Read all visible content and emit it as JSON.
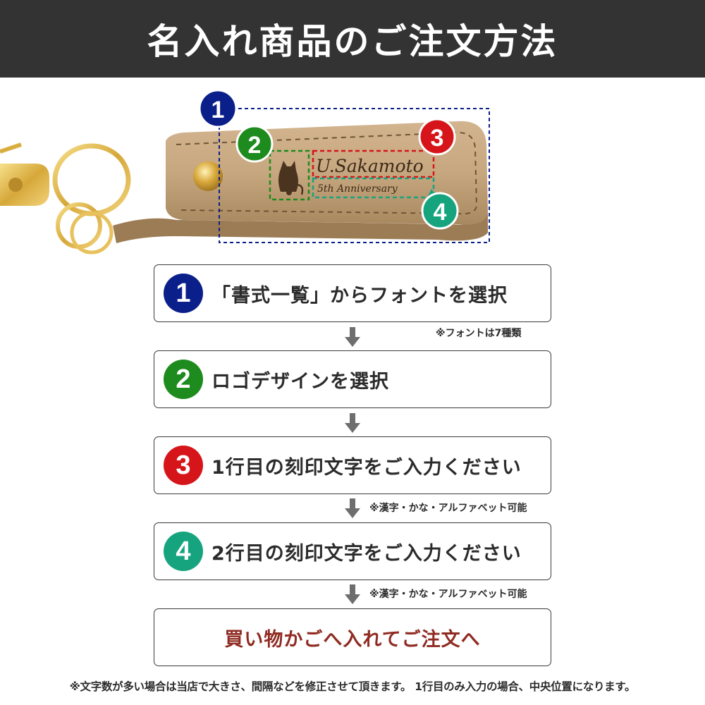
{
  "header": {
    "title": "名入れ商品のご注文方法"
  },
  "product": {
    "engrave_line1": "U.Sakamoto",
    "engrave_line2": "5th Anniversary",
    "markers": [
      "1",
      "2",
      "3",
      "4"
    ]
  },
  "colors": {
    "header_bg": "#333333",
    "step1": "#0b1f8a",
    "step2": "#1d8b1d",
    "step3": "#d6151b",
    "step4": "#16a47f",
    "cta_text": "#8f2b22"
  },
  "steps": [
    {
      "number": "1",
      "label": "「書式一覧」からフォントを選択",
      "color": "#0b1f8a"
    },
    {
      "number": "2",
      "label": "ロゴデザインを選択",
      "color": "#1d8b1d"
    },
    {
      "number": "3",
      "label": "1行目の刻印文字をご入力ください",
      "color": "#d6151b"
    },
    {
      "number": "4",
      "label": "2行目の刻印文字をご入力ください",
      "color": "#16a47f"
    }
  ],
  "notes": {
    "font_count": "※フォントは7種類",
    "line1_chars": "※漢字・かな・アルファベット可能",
    "line2_chars": "※漢字・かな・アルファベット可能"
  },
  "cta": {
    "label": "買い物かごへ入れてご注文へ"
  },
  "footer": {
    "note": "※文字数が多い場合は当店で大きさ、間隔などを修正させて頂きます。 1行目のみ入力の場合、中央位置になります。"
  }
}
